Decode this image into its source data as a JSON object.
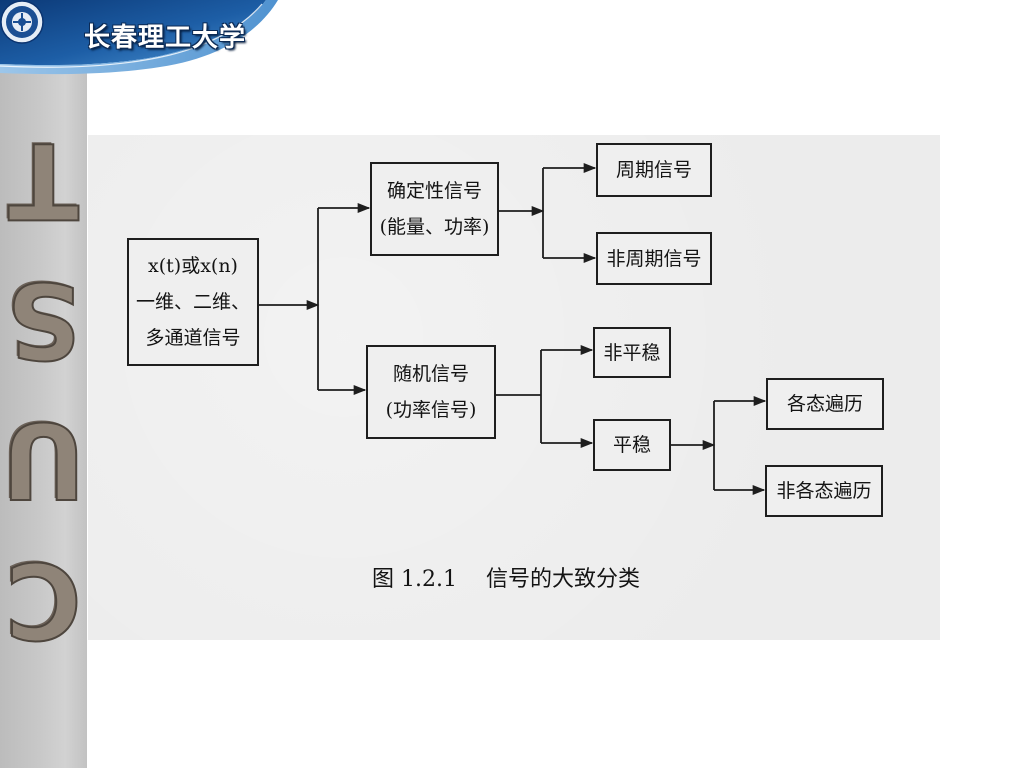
{
  "header": {
    "school_name": "长春理工大学",
    "emblem_icon": "university-emblem-icon"
  },
  "sidebar": {
    "letters": [
      "T",
      "S",
      "U",
      "C"
    ]
  },
  "figure": {
    "nodes": {
      "source": {
        "lines": [
          "x(t)或x(n)",
          "一维、二维、",
          "多通道信号"
        ]
      },
      "deterministic": {
        "lines": [
          "确定性信号",
          "(能量、功率)"
        ]
      },
      "random": {
        "lines": [
          "随机信号",
          "(功率信号)"
        ]
      },
      "periodic": {
        "lines": [
          "周期信号"
        ]
      },
      "aperiodic": {
        "lines": [
          "非周期信号"
        ]
      },
      "nonstationary": {
        "lines": [
          "非平稳"
        ]
      },
      "stationary": {
        "lines": [
          "平稳"
        ]
      },
      "ergodic": {
        "lines": [
          "各态遍历"
        ]
      },
      "nonergodic": {
        "lines": [
          "非各态遍历"
        ]
      }
    },
    "caption": {
      "label": "图 1.2.1",
      "title": "信号的大致分类"
    }
  },
  "colors": {
    "banner_blue": "#1d5ea6",
    "sidebar_grey": "#c8c8c8",
    "figure_background": "#ececec",
    "line_color": "#1e1e1e"
  }
}
